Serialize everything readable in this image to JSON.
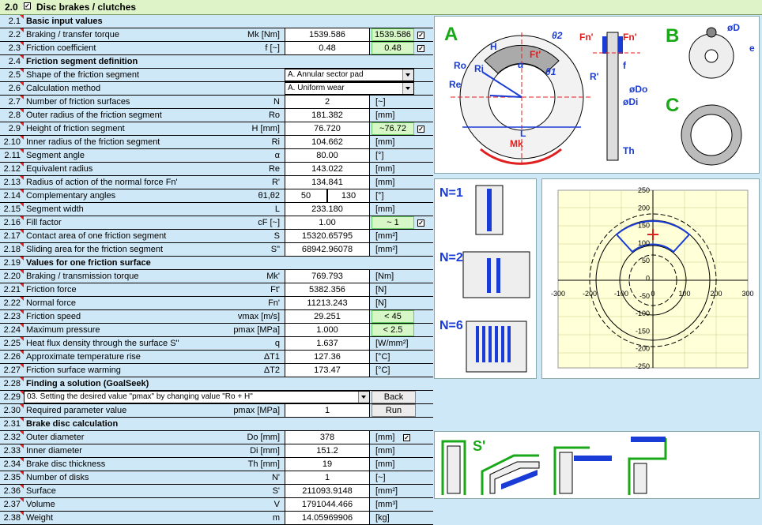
{
  "header": {
    "num": "2.0",
    "title": "Disc brakes / clutches"
  },
  "rows": [
    {
      "n": "2.1",
      "label": "Basic input values",
      "type": "section"
    },
    {
      "n": "2.2",
      "label": "Braking / transfer torque",
      "sym": "Mk [Nm]",
      "val": "1539.586",
      "res": "1539.586",
      "chk": true
    },
    {
      "n": "2.3",
      "label": "Friction coefficient",
      "sym": "f [~]",
      "val": "0.48",
      "res": "0.48",
      "chk": true
    },
    {
      "n": "2.4",
      "label": "Friction segment definition",
      "type": "section"
    },
    {
      "n": "2.5",
      "label": "Shape of the friction segment",
      "select": "A. Annular sector pad"
    },
    {
      "n": "2.6",
      "label": "Calculation method",
      "select": "A. Uniform wear"
    },
    {
      "n": "2.7",
      "label": "Number of friction surfaces",
      "sym": "N",
      "val": "2",
      "unit": "[~]"
    },
    {
      "n": "2.8",
      "label": "Outer radius of the friction segment",
      "sym": "Ro",
      "val": "181.382",
      "unit": "[mm]"
    },
    {
      "n": "2.9",
      "label": "Height of friction segment",
      "sym": "H [mm]",
      "val": "76.720",
      "res": "~76.72",
      "chk": true
    },
    {
      "n": "2.10",
      "label": "Inner radius of the friction segment",
      "sym": "Ri",
      "val": "104.662",
      "unit": "[mm]"
    },
    {
      "n": "2.11",
      "label": "Segment angle",
      "sym": "α",
      "val": "80.00",
      "unit": "[°]"
    },
    {
      "n": "2.12",
      "label": "Equivalent radius",
      "sym": "Re",
      "val": "143.022",
      "unit": "[mm]"
    },
    {
      "n": "2.13",
      "label": "Radius of action of the normal force Fn'",
      "sym": "R'",
      "val": "134.841",
      "unit": "[mm]"
    },
    {
      "n": "2.14",
      "label": "Complementary angles",
      "sym": "θ1,θ2",
      "val": "",
      "v1": "50",
      "v2": "130",
      "unit": "[°]"
    },
    {
      "n": "2.15",
      "label": "Segment width",
      "sym": "L",
      "val": "233.180",
      "unit": "[mm]"
    },
    {
      "n": "2.16",
      "label": "Fill factor",
      "sym": "cF [~]",
      "val": "1.00",
      "res": "~ 1",
      "chk": true
    },
    {
      "n": "2.17",
      "label": "Contact area of one friction segment",
      "sym": "S",
      "val": "15320.65795",
      "unit": "[mm²]"
    },
    {
      "n": "2.18",
      "label": "Sliding area for the friction segment",
      "sym": "S\"",
      "val": "68942.96078",
      "unit": "[mm²]"
    },
    {
      "n": "2.19",
      "label": "Values for one friction surface",
      "type": "section"
    },
    {
      "n": "2.20",
      "label": "Braking / transmission torque",
      "sym": "Mk'",
      "val": "769.793",
      "unit": "[Nm]"
    },
    {
      "n": "2.21",
      "label": "Friction force",
      "sym": "Ft'",
      "val": "5382.356",
      "unit": "[N]"
    },
    {
      "n": "2.22",
      "label": "Normal force",
      "sym": "Fn'",
      "val": "11213.243",
      "unit": "[N]"
    },
    {
      "n": "2.23",
      "label": "Friction speed",
      "sym": "vmax [m/s]",
      "val": "29.251",
      "res": "< 45"
    },
    {
      "n": "2.24",
      "label": "Maximum pressure",
      "sym": "pmax [MPa]",
      "val": "1.000",
      "res": "< 2.5"
    },
    {
      "n": "2.25",
      "label": "Heat flux density through the surface S\"",
      "sym": "q",
      "val": "1.637",
      "unit": "[W/mm²]"
    },
    {
      "n": "2.26",
      "label": "Approximate temperature rise",
      "sym": "ΔT1",
      "val": "127.36",
      "unit": "[°C]"
    },
    {
      "n": "2.27",
      "label": "Friction surface warming",
      "sym": "ΔT2",
      "val": "173.47",
      "unit": "[°C]"
    },
    {
      "n": "2.28",
      "label": "Finding a solution (GoalSeek)",
      "type": "section"
    },
    {
      "n": "2.29",
      "label": "",
      "goalseek": "03. Setting the desired value \"pmax\" by changing value \"Ro + H\"",
      "btn": "Back"
    },
    {
      "n": "2.30",
      "label": "Required parameter value",
      "sym": "pmax [MPa]",
      "val": "1",
      "btn": "Run"
    },
    {
      "n": "2.31",
      "label": "Brake disc calculation",
      "type": "section"
    },
    {
      "n": "2.32",
      "label": "Outer diameter",
      "sym": "Do [mm]",
      "val": "378",
      "unit": "[mm]",
      "uchk": true
    },
    {
      "n": "2.33",
      "label": "Inner diameter",
      "sym": "Di [mm]",
      "val": "151.2",
      "unit": "[mm]"
    },
    {
      "n": "2.34",
      "label": "Brake disc thickness",
      "sym": "Th [mm]",
      "val": "19",
      "unit": "[mm]"
    },
    {
      "n": "2.35",
      "label": "Number of disks",
      "sym": "N'",
      "val": "1",
      "unit": "[~]"
    },
    {
      "n": "2.36",
      "label": "Surface",
      "sym": "S'",
      "val": "211093.9148",
      "unit": "[mm²]"
    },
    {
      "n": "2.37",
      "label": "Volume",
      "sym": "V",
      "val": "1791044.466",
      "unit": "[mm³]"
    },
    {
      "n": "2.38",
      "label": "Weight",
      "sym": "m",
      "val": "14.05969906",
      "unit": "[kg]"
    }
  ],
  "figA": {
    "letterA": "A",
    "letterB": "B",
    "letterC": "C",
    "labels": [
      "H",
      "Ft'",
      "α",
      "Ro",
      "Ri",
      "Re",
      "θ2",
      "θ1",
      "L",
      "Mk",
      "Fn'",
      "Fn'",
      "f",
      "R'",
      "øDo",
      "øDi",
      "Th",
      "øD",
      "e"
    ]
  },
  "figN": {
    "n1": "N=1",
    "n2": "N=2",
    "n6": "N=6"
  },
  "plot": {
    "xticks": [
      "-300",
      "-200",
      "-100",
      "0",
      "100",
      "200",
      "300"
    ],
    "yticks": [
      "250",
      "200",
      "150",
      "100",
      "50",
      "0",
      "-50",
      "-100",
      "-150",
      "-200",
      "-250"
    ]
  },
  "figS": {
    "label": "S'"
  },
  "colors": {
    "accent": "#1a3cd6",
    "green": "#18a818",
    "red": "#e02020"
  }
}
